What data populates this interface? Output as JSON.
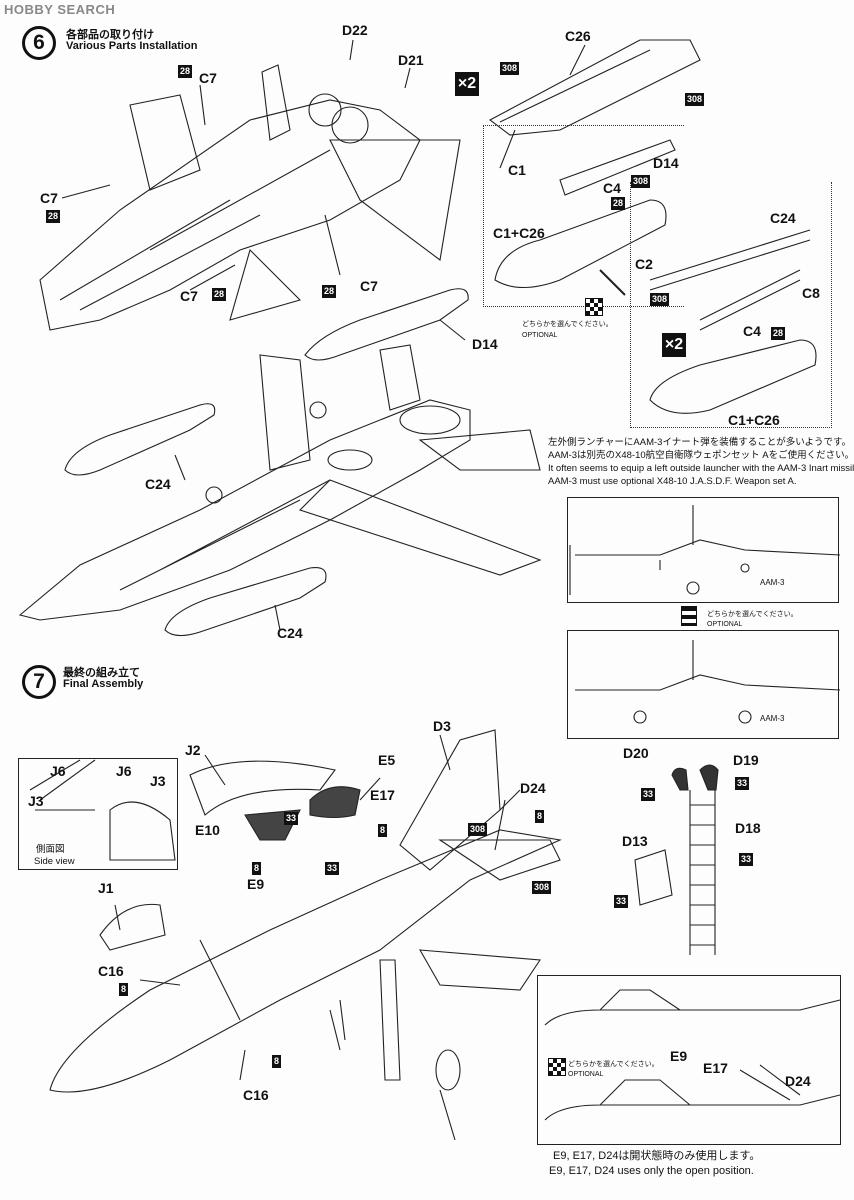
{
  "watermark": "HOBBY SEARCH",
  "step6": {
    "number": "6",
    "title_jp": "各部品の取り付け",
    "title_en": "Various Parts Installation",
    "multiplier": "×2",
    "optional_jp": "どちらかを選んでください。",
    "optional_en": "OPTIONAL",
    "note": [
      "左外側ランチャーにAAM-3イナート弾を装備することが多いようです。",
      "AAM-3は別売のX48-10航空自衛隊ウェポンセット Aをご使用ください。",
      "It often seems to equip a left outside launcher with the AAM-3 Inart missile.",
      "AAM-3 must use optional X48-10 J.A.S.D.F. Weapon set A."
    ],
    "aam3_label": "AAM-3"
  },
  "step7": {
    "number": "7",
    "title_jp": "最終の組み立て",
    "title_en": "Final Assembly",
    "side_view_jp": "側面図",
    "side_view_en": "Side view",
    "optional_jp": "どちらかを選んでください。",
    "optional_en": "OPTIONAL",
    "note": [
      "E9, E17, D24は開状態時のみ使用します。",
      "E9, E17, D24 uses only the open position."
    ]
  },
  "parts": {
    "D22": "D22",
    "D21": "D21",
    "C7": "C7",
    "C26": "C26",
    "C1": "C1",
    "D14": "D14",
    "C4": "C4",
    "C1C26": "C1+C26",
    "C24": "C24",
    "C2": "C2",
    "C8": "C8",
    "D3": "D3",
    "D24": "D24",
    "J2": "J2",
    "E5": "E5",
    "E17": "E17",
    "E10": "E10",
    "E9": "E9",
    "J6": "J6",
    "J3": "J3",
    "J1": "J1",
    "C16": "C16",
    "D20": "D20",
    "D19": "D19",
    "D18": "D18",
    "D13": "D13"
  },
  "codes": {
    "c28": "28",
    "c308": "308",
    "c33": "33",
    "c8": "8"
  }
}
